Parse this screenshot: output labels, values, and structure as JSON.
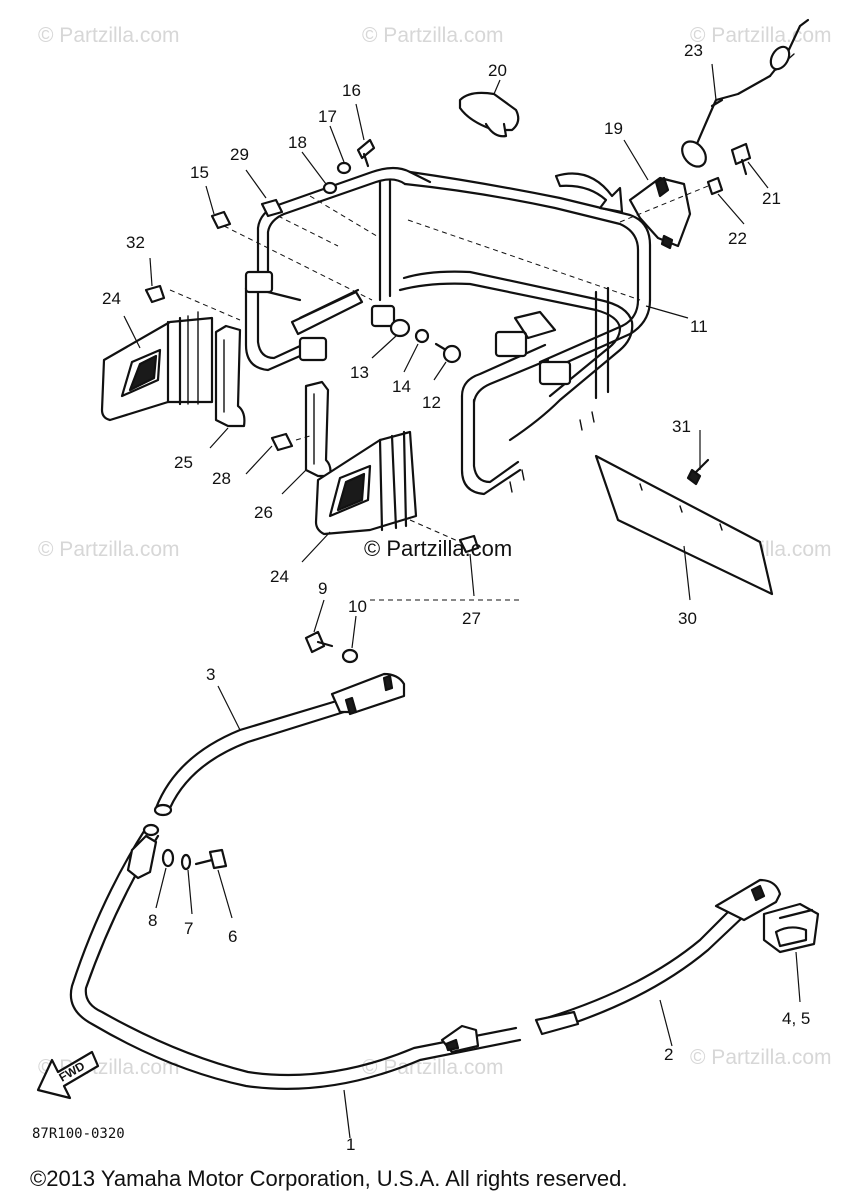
{
  "watermarks": {
    "top_left": "© Partzilla.com",
    "top_center": "© Partzilla.com",
    "top_right": "© Partzilla.com",
    "mid_left": "© Partzilla.com",
    "mid_center": "© Partzilla.com",
    "mid_right": "© Partzilla.com",
    "bottom_left": "© Partzilla.com",
    "bottom_center": "© Partzilla.com",
    "bottom_right": "© Partzilla.com"
  },
  "callouts": {
    "c1": "1",
    "c2": "2",
    "c3": "3",
    "c45": "4, 5",
    "c6": "6",
    "c7": "7",
    "c8": "8",
    "c9": "9",
    "c10": "10",
    "c11": "11",
    "c12": "12",
    "c13": "13",
    "c14": "14",
    "c15": "15",
    "c16": "16",
    "c17": "17",
    "c18": "18",
    "c19": "19",
    "c20": "20",
    "c21": "21",
    "c22": "22",
    "c23": "23",
    "c24a": "24",
    "c24b": "24",
    "c25": "25",
    "c26": "26",
    "c27": "27",
    "c28": "28",
    "c29": "29",
    "c30": "30",
    "c31": "31",
    "c32": "32"
  },
  "fwd_label": "FWD",
  "diagram_code": "87R100-0320",
  "copyright": "©2013 Yamaha Motor Corporation, U.S.A. All rights reserved."
}
